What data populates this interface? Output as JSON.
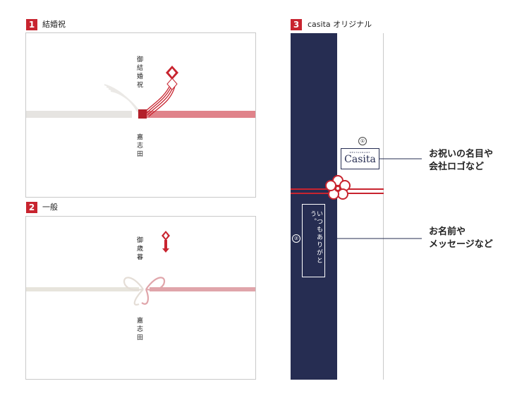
{
  "sections": [
    {
      "number": "1",
      "label": "結婚祝",
      "name_text": "御結婚祝",
      "giver_text": "嘉志田"
    },
    {
      "number": "2",
      "label": "一般",
      "name_text": "御歳暮",
      "giver_text": "嘉志田"
    },
    {
      "number": "3",
      "label": "casita オリジナル"
    }
  ],
  "original": {
    "logo_small": "RESTAURANT",
    "logo_main": "Casita",
    "message_text": "いつもありがとう。",
    "marker_1": "①",
    "marker_2": "②",
    "callout_1_line1": "お祝いの名目や",
    "callout_1_line2": "会社ロゴなど",
    "callout_2_line1": "お名前や",
    "callout_2_line2": "メッセージなど"
  },
  "colors": {
    "accent_red": "#c8242f",
    "band_navy": "#262d52",
    "mizuhiki_pink": "#d98c94",
    "mizuhiki_white": "#e8e6e2"
  }
}
